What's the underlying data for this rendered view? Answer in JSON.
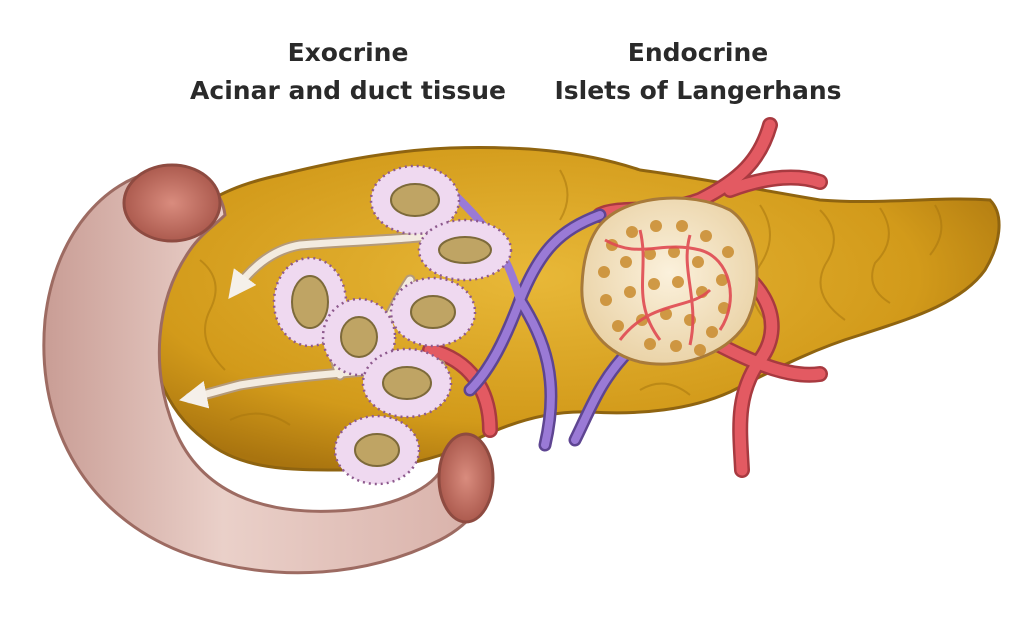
{
  "labels": {
    "exocrine": {
      "title": "Exocrine",
      "subtitle": "Acinar and duct tissue"
    },
    "endocrine": {
      "title": "Endocrine",
      "subtitle": "Islets of Langerhans"
    }
  },
  "colors": {
    "background": "#ffffff",
    "label_text": "#2a2a2a",
    "pancreas_tissue": "#d9a21c",
    "pancreas_outline": "#8f6410",
    "duodenum": "#e6c3bc",
    "duodenum_inner": "#c97466",
    "acinus_cells": "#efd9f0",
    "acinus_lumen": "#bfa464",
    "islet": "#f2e6cc",
    "artery": "#e0555c",
    "vein": "#8a6ac8",
    "duct": "#f3ebe0"
  }
}
